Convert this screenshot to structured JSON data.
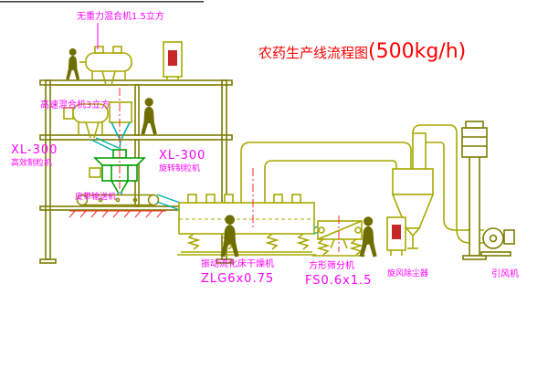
{
  "title": {
    "text": "农药生产线流程图",
    "capacity": "(500kg/h)"
  },
  "labels": {
    "gravity_mixer": "无重力混合机1.5立方",
    "high_speed_mixer": "高速混合机3立方",
    "granulator_left_model": "XL-300",
    "granulator_left_name": "高效制粒机",
    "granulator_mid_model": "XL-300",
    "granulator_mid_name": "旋转制粒机",
    "belt_conveyor": "皮带输送机",
    "dryer_name": "振动流化床干燥机",
    "dryer_model": "ZLG6x0.75",
    "sifter_name": "方形筛分机",
    "sifter_model": "FS0.6x1.5",
    "cyclone": "旋风除尘器",
    "fan": "引风机"
  },
  "colors": {
    "background": "#ffffff",
    "structure_olive": "#7c7c00",
    "equipment_yellow": "#a8a800",
    "pipe_cyan": "#00b0b0",
    "granulator_green": "#00a000",
    "label_magenta": "#ff00ff",
    "title_red": "#ff0000",
    "centerline_red": "#ff2a2a",
    "cabinet_label_red": "#c62828"
  }
}
